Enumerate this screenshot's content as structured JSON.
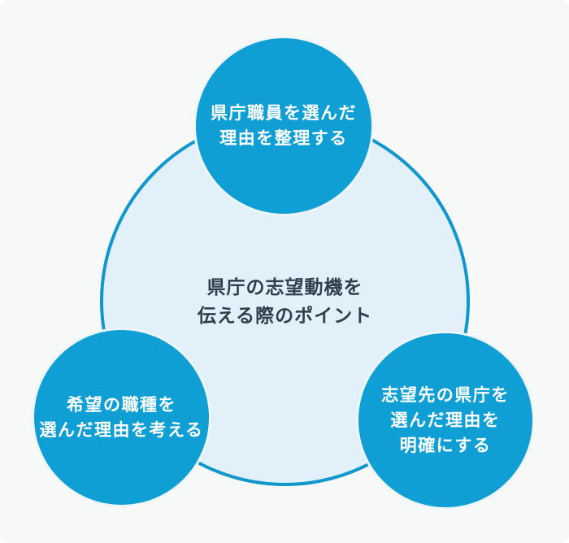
{
  "diagram": {
    "title": "県庁の志望動機を伝える際のポイント",
    "center": {
      "lines": [
        "県庁の志望動機を",
        "伝える際のポイント"
      ]
    },
    "nodes": [
      {
        "id": "top",
        "position": "top",
        "lines": [
          "県庁職員を選んだ",
          "理由を整理する"
        ]
      },
      {
        "id": "left",
        "position": "bottom-left",
        "lines": [
          "希望の職種を",
          "選んだ理由を考える"
        ]
      },
      {
        "id": "right",
        "position": "bottom-right",
        "lines": [
          "志望先の県庁を",
          "選んだ理由を",
          "明確にする"
        ]
      }
    ],
    "colors": {
      "background": "#f7f8f8",
      "node_fill": "#109fd4",
      "node_text": "#ffffff",
      "center_fill": "#e1f0f9",
      "center_stroke": "#1197cc",
      "center_text": "#2f3e4a",
      "halo": "#eef5f9"
    }
  }
}
